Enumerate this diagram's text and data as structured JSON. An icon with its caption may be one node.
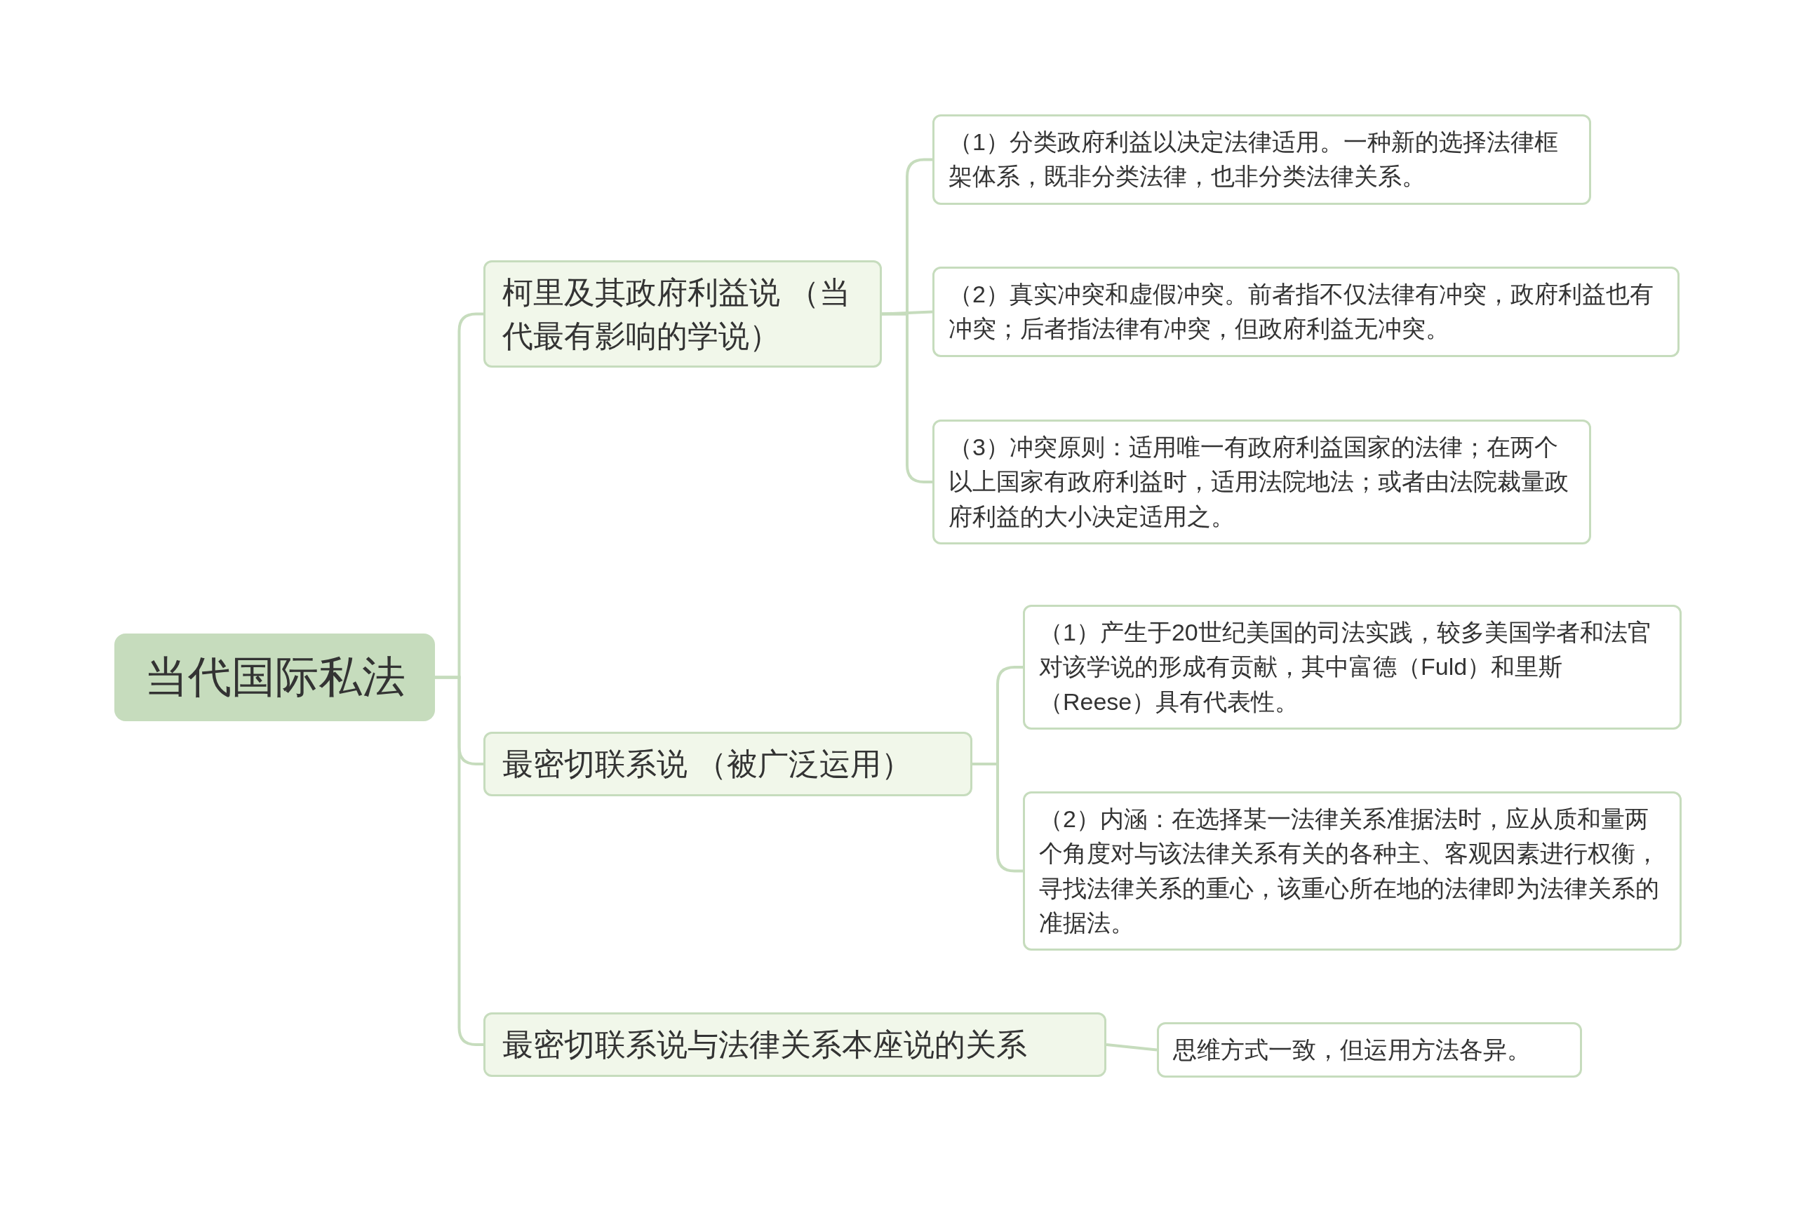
{
  "diagram": {
    "nodes": [
      {
        "text": [
          "当代国际私法"
        ]
      },
      {
        "text": [
          "柯里及其政府利益说 （当代最有影响的学说）"
        ]
      },
      {
        "text": [
          "（1）分类政府利益以决定法律适用。一种新的选择法律框架体系，既非分类法律，也非分类法律关系。"
        ]
      },
      {
        "text": [
          "（2）真实冲突和虚假冲突。前者指不仅法律有冲突，政府利益也有冲突；后者指法律有冲突，但政府利益无冲突。"
        ]
      },
      {
        "text": [
          "（3）冲突原则：适用唯一有政府利益国家的法律；在两个以上国家有政府利益时，适用法院地法；或者由法院裁量政府利益的大小决定适用之。"
        ]
      },
      {
        "text": [
          "最密切联系说 （被广泛运用）"
        ]
      },
      {
        "text": [
          "（1）产生于20世纪美国的司法实践，较多美国学者和法官对该学说的形成有贡献，其中富德（Fuld）和里斯（Reese）具有代表性。"
        ]
      },
      {
        "text": [
          "（2）内涵：在选择某一法律关系准据法时，应从质和量两个角度对与该法律关系有关的各种主、客观因素进行权衡，寻找法律关系的重心，该重心所在地的法律即为法律关系的准据法。"
        ]
      },
      {
        "text": [
          "最密切联系说与法律关系本座说的关系"
        ]
      },
      {
        "text": [
          "思维方式一致，但运用方法各异。"
        ]
      }
    ],
    "edges": [
      {
        "from": 0,
        "to": 1,
        "arrow": "none"
      },
      {
        "from": 0,
        "to": 5,
        "arrow": "none"
      },
      {
        "from": 0,
        "to": 8,
        "arrow": "none"
      },
      {
        "from": 1,
        "to": 2,
        "arrow": "none"
      },
      {
        "from": 1,
        "to": 3,
        "arrow": "none"
      },
      {
        "from": 1,
        "to": 4,
        "arrow": "none"
      },
      {
        "from": 5,
        "to": 6,
        "arrow": "none"
      },
      {
        "from": 5,
        "to": 7,
        "arrow": "none"
      },
      {
        "from": 8,
        "to": 9,
        "arrow": "none"
      }
    ]
  }
}
